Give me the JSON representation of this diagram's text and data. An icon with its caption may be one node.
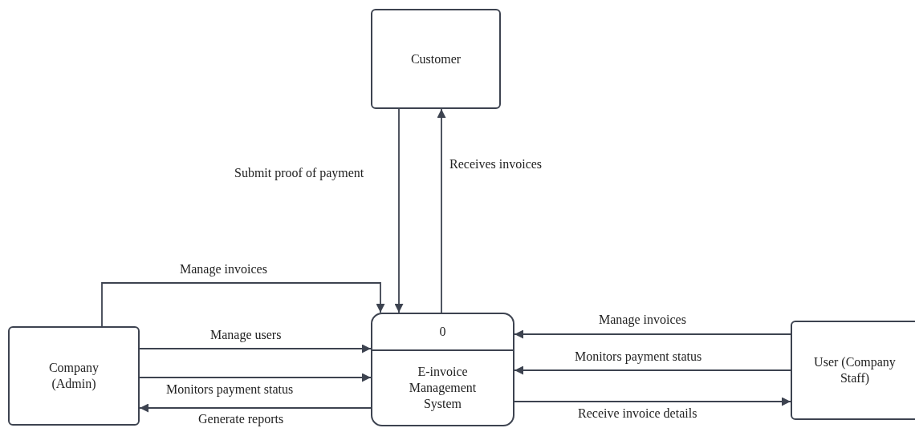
{
  "diagram": {
    "nodes": [
      {
        "text": [
          "Customer"
        ]
      },
      {
        "text": [
          "Company (Admin)"
        ]
      },
      {
        "text": [
          "0",
          "E-invoice Management System"
        ]
      },
      {
        "text": [
          "User (Company Staff)"
        ]
      }
    ],
    "edges": [
      {
        "from": 0,
        "to": 2,
        "arrow": "to",
        "label": "Submit proof of payment"
      },
      {
        "from": 2,
        "to": 0,
        "arrow": "to",
        "label": "Receives invoices"
      },
      {
        "from": 1,
        "to": 2,
        "arrow": "to",
        "label": "Manage invoices"
      },
      {
        "from": 1,
        "to": 2,
        "arrow": "to",
        "label": "Manage users"
      },
      {
        "from": 1,
        "to": 2,
        "arrow": "to",
        "label": "Monitors payment status"
      },
      {
        "from": 2,
        "to": 1,
        "arrow": "to",
        "label": "Generate reports"
      },
      {
        "from": 3,
        "to": 2,
        "arrow": "to",
        "label": "Manage invoices"
      },
      {
        "from": 3,
        "to": 2,
        "arrow": "to",
        "label": "Monitors payment status"
      },
      {
        "from": 2,
        "to": 3,
        "arrow": "to",
        "label": "Receive invoice details"
      }
    ]
  }
}
